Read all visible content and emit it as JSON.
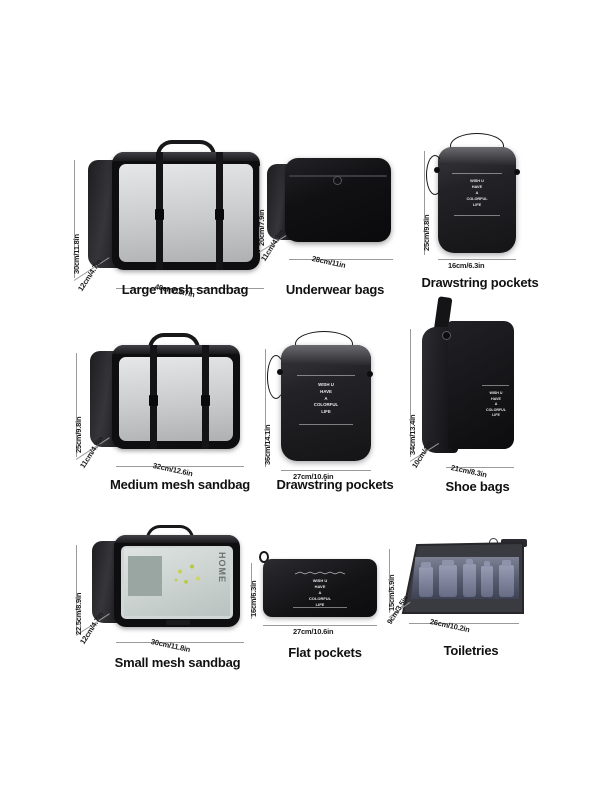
{
  "page": {
    "background_color": "#ffffff",
    "bag_color": "#111113",
    "mesh_color": "#c9cbcc",
    "dimension_line_color": "#9a9a9a"
  },
  "brand_text": {
    "line1": "WISH U",
    "line2": "HAVE",
    "line3": "A",
    "line4": "COLORFUL",
    "line5": "LIFE"
  },
  "magazine": {
    "word": "HOME"
  },
  "products": [
    {
      "id": "large-mesh-sandbag",
      "caption": "Large mesh sandbag",
      "type": "mesh-bag",
      "dims": {
        "height": "30cm/11.8in",
        "depth": "12cm/4.7in",
        "width": "40cm/15.7in"
      }
    },
    {
      "id": "underwear-bags",
      "caption": "Underwear bags",
      "type": "solid-box",
      "dims": {
        "height": "20cm/7.9in",
        "depth": "11cm/4.3in",
        "width": "28cm/11in"
      }
    },
    {
      "id": "drawstring-pockets-small",
      "caption": "Drawstring pockets",
      "type": "drawstring",
      "dims": {
        "height": "25cm/9.8in",
        "width": "16cm/6.3in"
      }
    },
    {
      "id": "medium-mesh-sandbag",
      "caption": "Medium mesh sandbag",
      "type": "mesh-bag",
      "dims": {
        "height": "25cm/9.8in",
        "depth": "11cm/4.3in",
        "width": "32cm/12.6in"
      }
    },
    {
      "id": "drawstring-pockets-large",
      "caption": "Drawstring pockets",
      "type": "drawstring",
      "dims": {
        "height": "36cm/14.1in",
        "width": "27cm/10.6in"
      }
    },
    {
      "id": "shoe-bags",
      "caption": "Shoe bags",
      "type": "shoe-bag",
      "dims": {
        "height": "34cm/13.4in",
        "depth": "10cm/4in",
        "width": "21cm/8.3in"
      }
    },
    {
      "id": "small-mesh-sandbag",
      "caption": "Small mesh sandbag",
      "type": "mesh-bag",
      "dims": {
        "height": "22.5cm/8.9in",
        "depth": "12cm/4.7in",
        "width": "30cm/11.8in"
      }
    },
    {
      "id": "flat-pockets",
      "caption": "Flat pockets",
      "type": "flat-pocket",
      "dims": {
        "height": "16cm/6.3in",
        "width": "27cm/10.6in"
      }
    },
    {
      "id": "toiletries",
      "caption": "Toiletries",
      "type": "toiletries",
      "dims": {
        "height": "15cm/5.9in",
        "depth": "9cm/3.5in",
        "width": "26cm/10.2in"
      }
    }
  ]
}
